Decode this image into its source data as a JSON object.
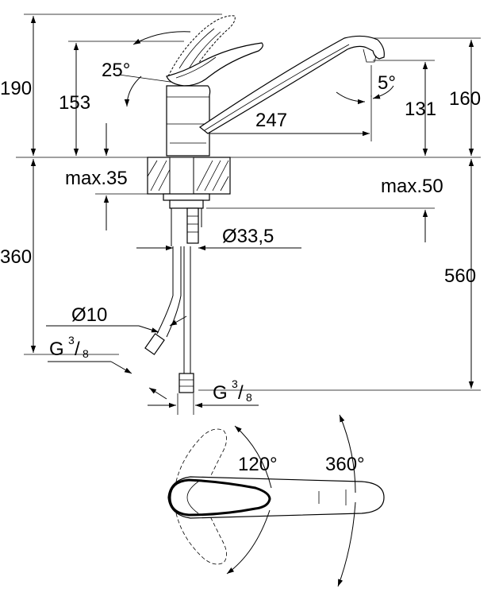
{
  "dimensions": {
    "total_height": "190",
    "lever_height": "153",
    "lever_angle": "25°",
    "spout_reach": "247",
    "spout_angle": "5°",
    "spout_height": "160",
    "outlet_height": "131",
    "max_thickness_left": "max.35",
    "max_thickness_right": "max.50",
    "under_counter_left": "360",
    "under_counter_right": "560",
    "bore_diameter": "Ø33,5",
    "hose_diameter": "Ø10"
  },
  "threads": {
    "left": {
      "base": "G",
      "sup": "3",
      "sub": "8"
    },
    "right": {
      "base": "G",
      "sup": "3",
      "sub": "8"
    }
  },
  "rotation": {
    "lever_swing": "120°",
    "spout_swing": "360°"
  }
}
